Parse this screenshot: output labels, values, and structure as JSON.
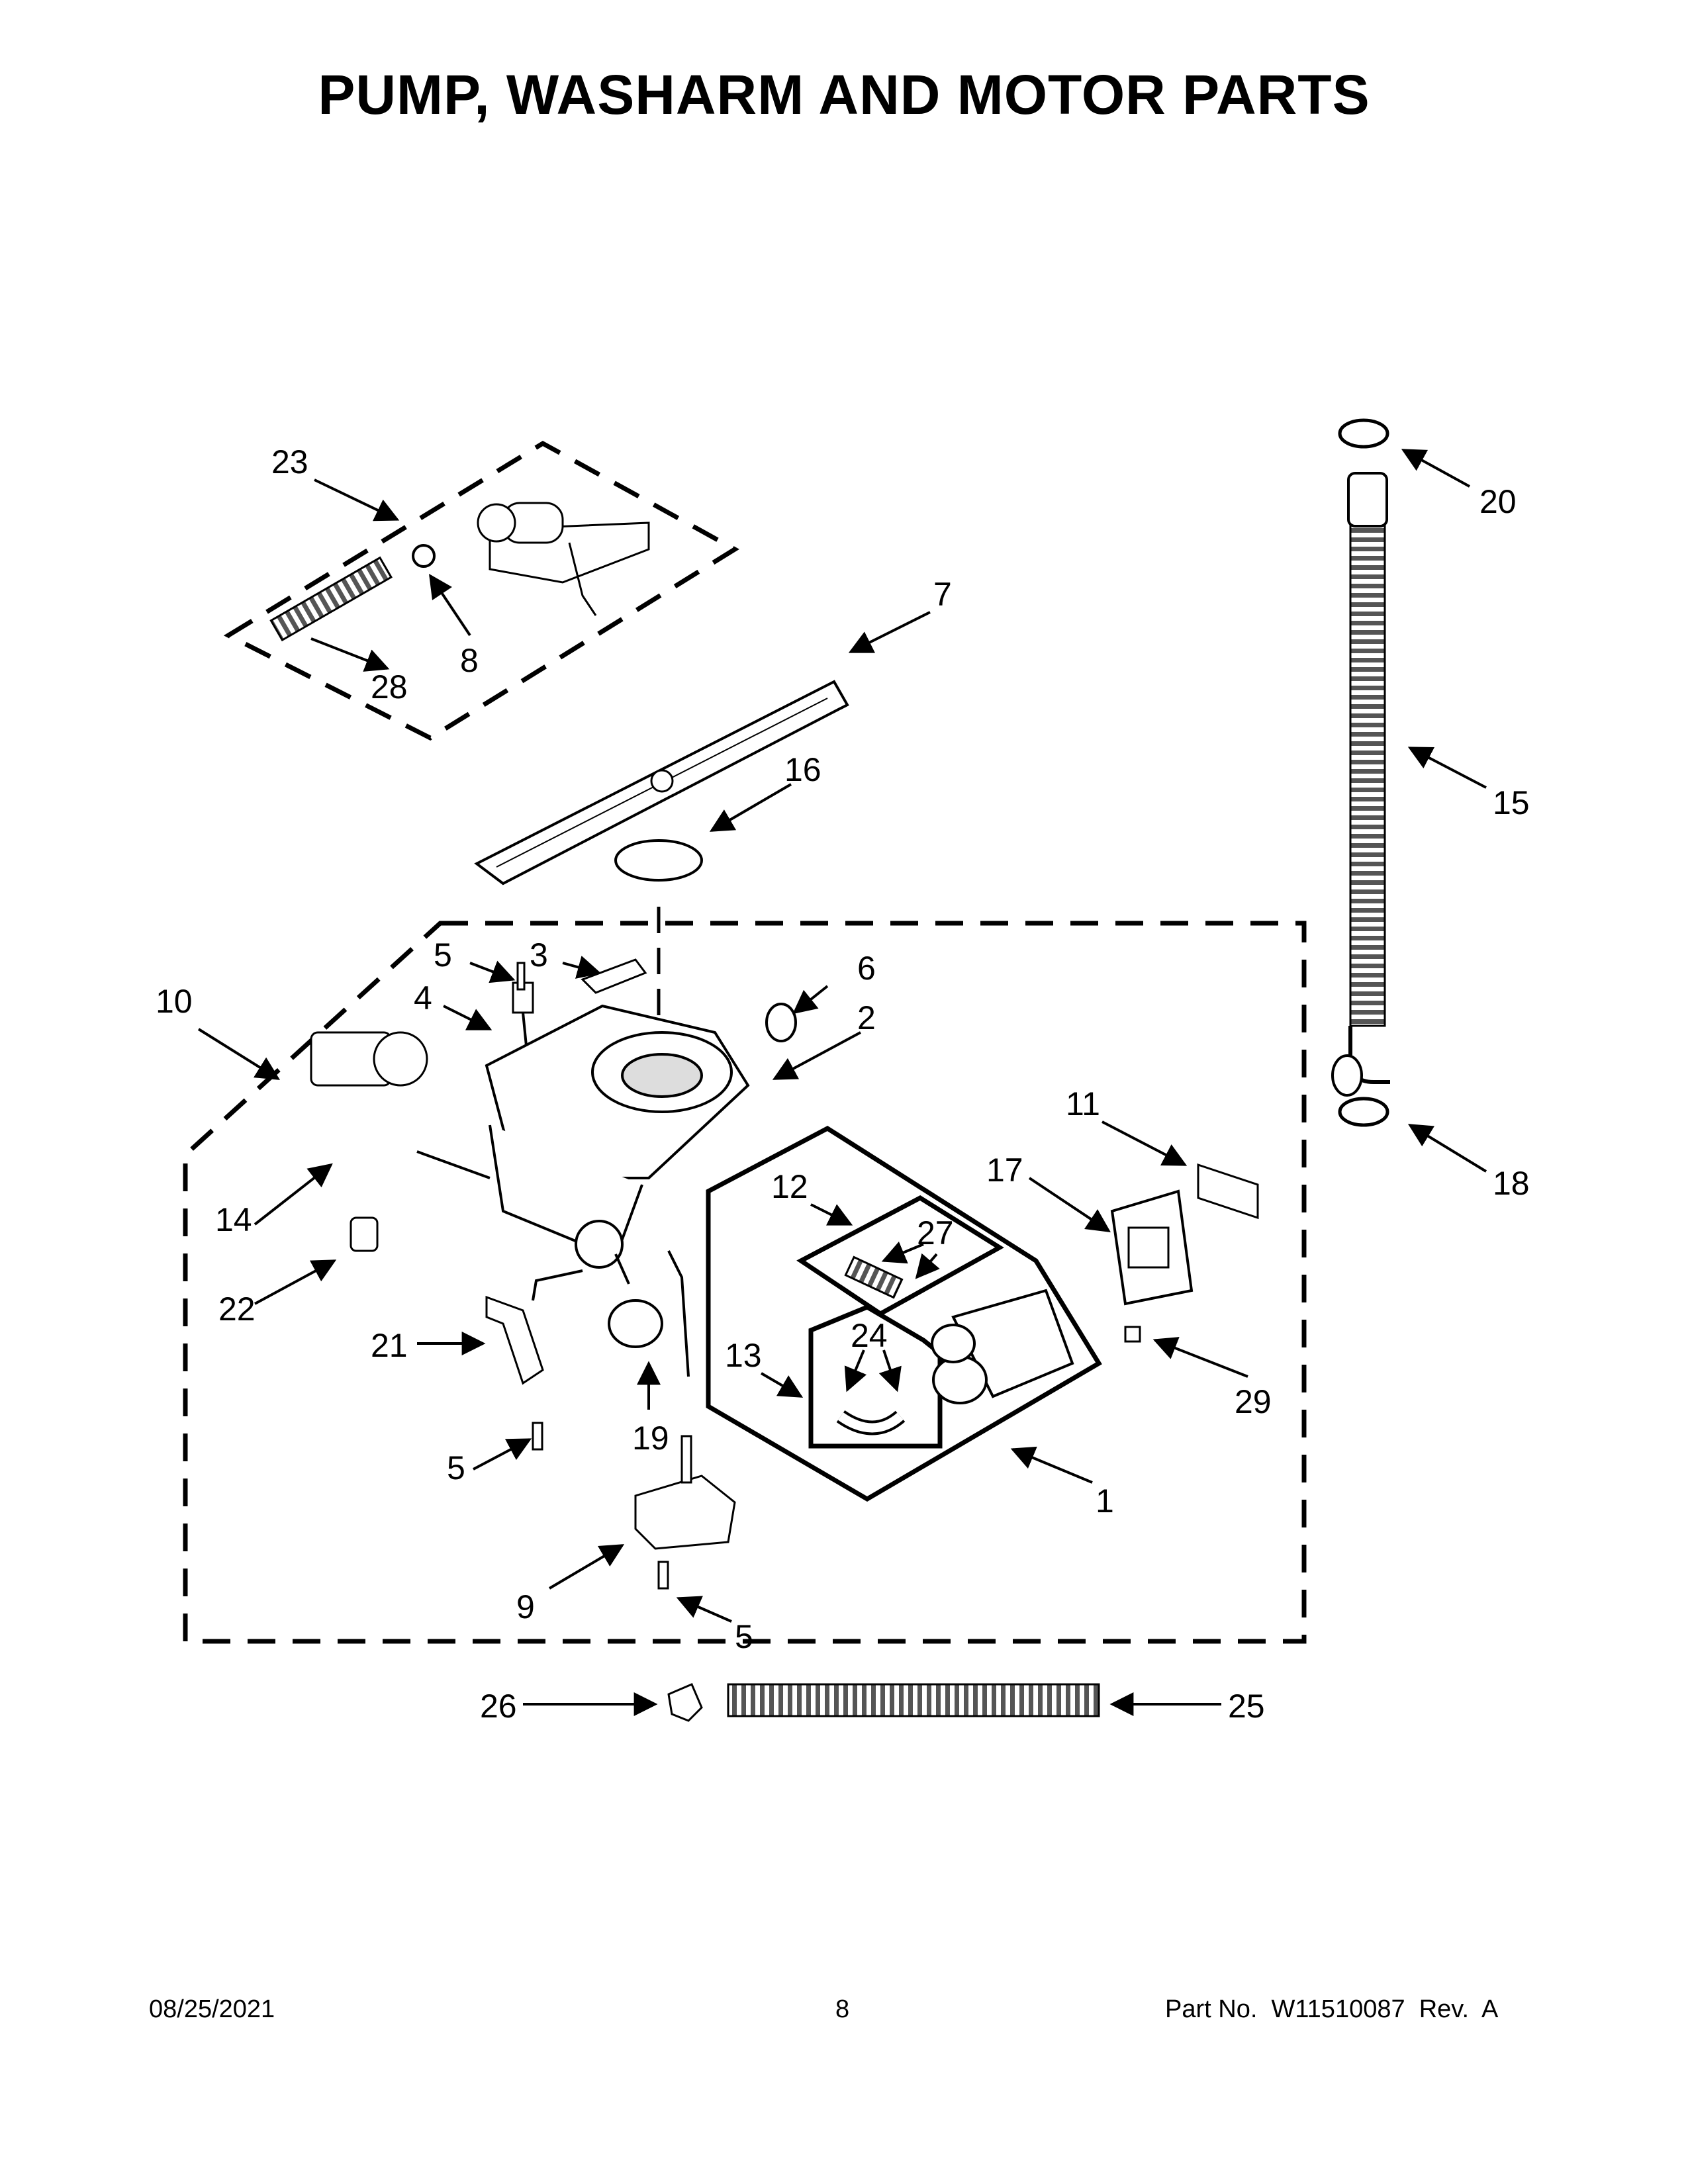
{
  "title": "PUMP, WASHARM AND MOTOR PARTS",
  "footer": {
    "date": "08/25/2021",
    "page": "8",
    "part": "Part No.  W11510087  Rev.  A"
  },
  "callouts": {
    "c1": "1",
    "c2": "2",
    "c3": "3",
    "c4": "4",
    "c5a": "5",
    "c5b": "5",
    "c5c": "5",
    "c6": "6",
    "c7": "7",
    "c8": "8",
    "c9": "9",
    "c10": "10",
    "c11": "11",
    "c12": "12",
    "c13": "13",
    "c14": "14",
    "c15": "15",
    "c16": "16",
    "c17": "17",
    "c18": "18",
    "c19": "19",
    "c20": "20",
    "c21": "21",
    "c22": "22",
    "c23": "23",
    "c24": "24",
    "c25": "25",
    "c26": "26",
    "c27": "27",
    "c28": "28",
    "c29": "29"
  }
}
